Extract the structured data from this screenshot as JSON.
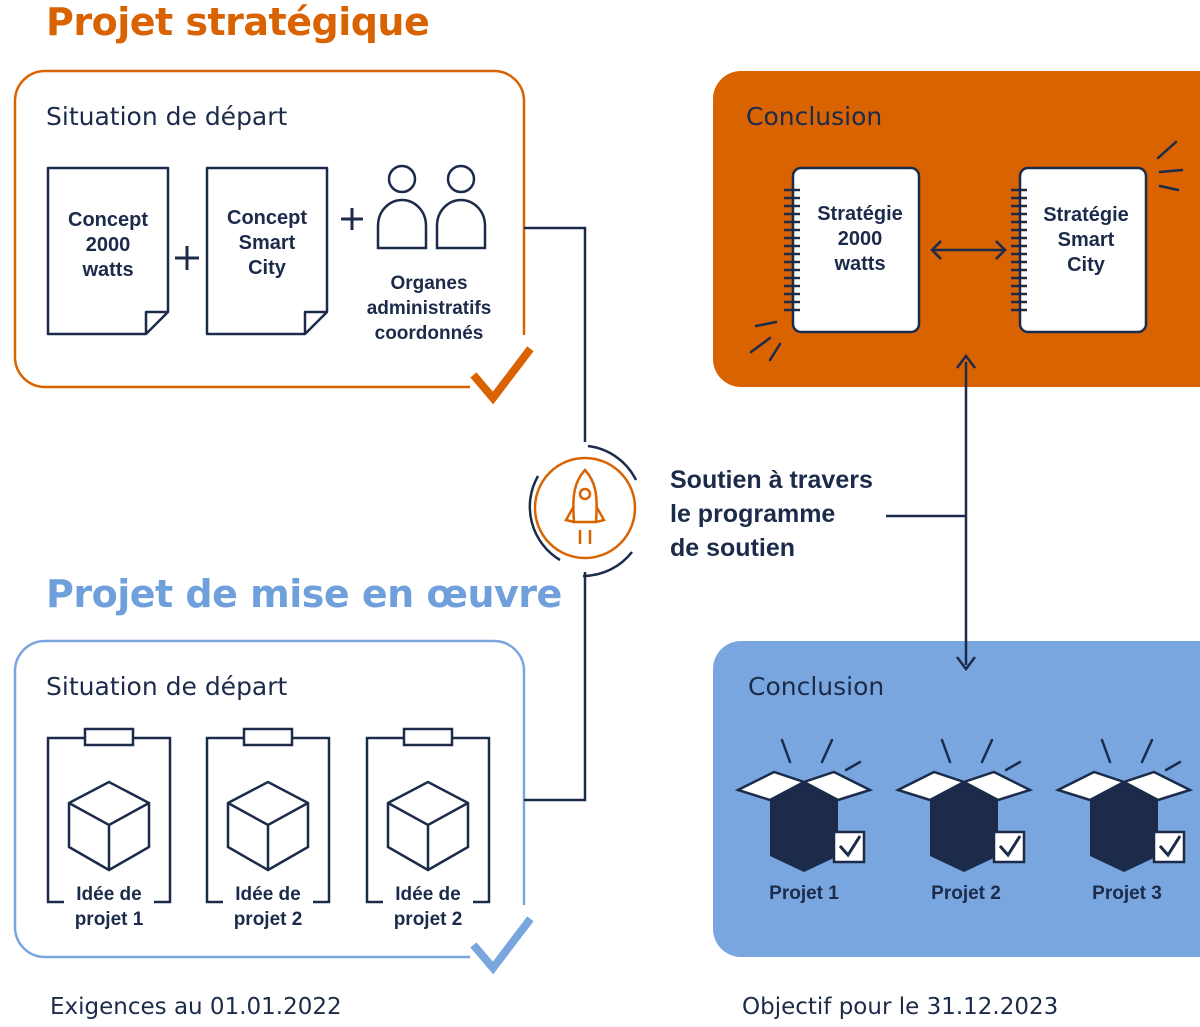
{
  "colors": {
    "navy": "#1c2b4a",
    "orange": "#d96300",
    "blue": "#7aa6e0",
    "light_blue_text": "#6fa0dc"
  },
  "strategic": {
    "title": "Projet stratégique",
    "start": {
      "label": "Situation de départ",
      "doc1": [
        "Concept",
        "2000",
        "watts"
      ],
      "doc2": [
        "Concept",
        "Smart",
        "City"
      ],
      "people_label": [
        "Organes",
        "administratifs",
        "coordonnés"
      ]
    },
    "conclusion": {
      "label": "Conclusion",
      "note1": [
        "Stratégie",
        "2000",
        "watts"
      ],
      "note2": [
        "Stratégie",
        "Smart",
        "City"
      ]
    }
  },
  "support": {
    "lines": [
      "Soutien à travers",
      "le programme",
      "de soutien"
    ],
    "icon": "rocket-icon"
  },
  "implementation": {
    "title": "Projet de mise en œuvre",
    "start": {
      "label": "Situation de départ",
      "ideas": [
        [
          "Idée de",
          "projet 1"
        ],
        [
          "Idée de",
          "projet 2"
        ],
        [
          "Idée de",
          "projet 2"
        ]
      ]
    },
    "conclusion": {
      "label": "Conclusion",
      "projects": [
        "Projet 1",
        "Projet 2",
        "Projet 3"
      ]
    }
  },
  "footer": {
    "left": "Exigences au 01.01.2022",
    "right": "Objectif pour le 31.12.2023"
  }
}
